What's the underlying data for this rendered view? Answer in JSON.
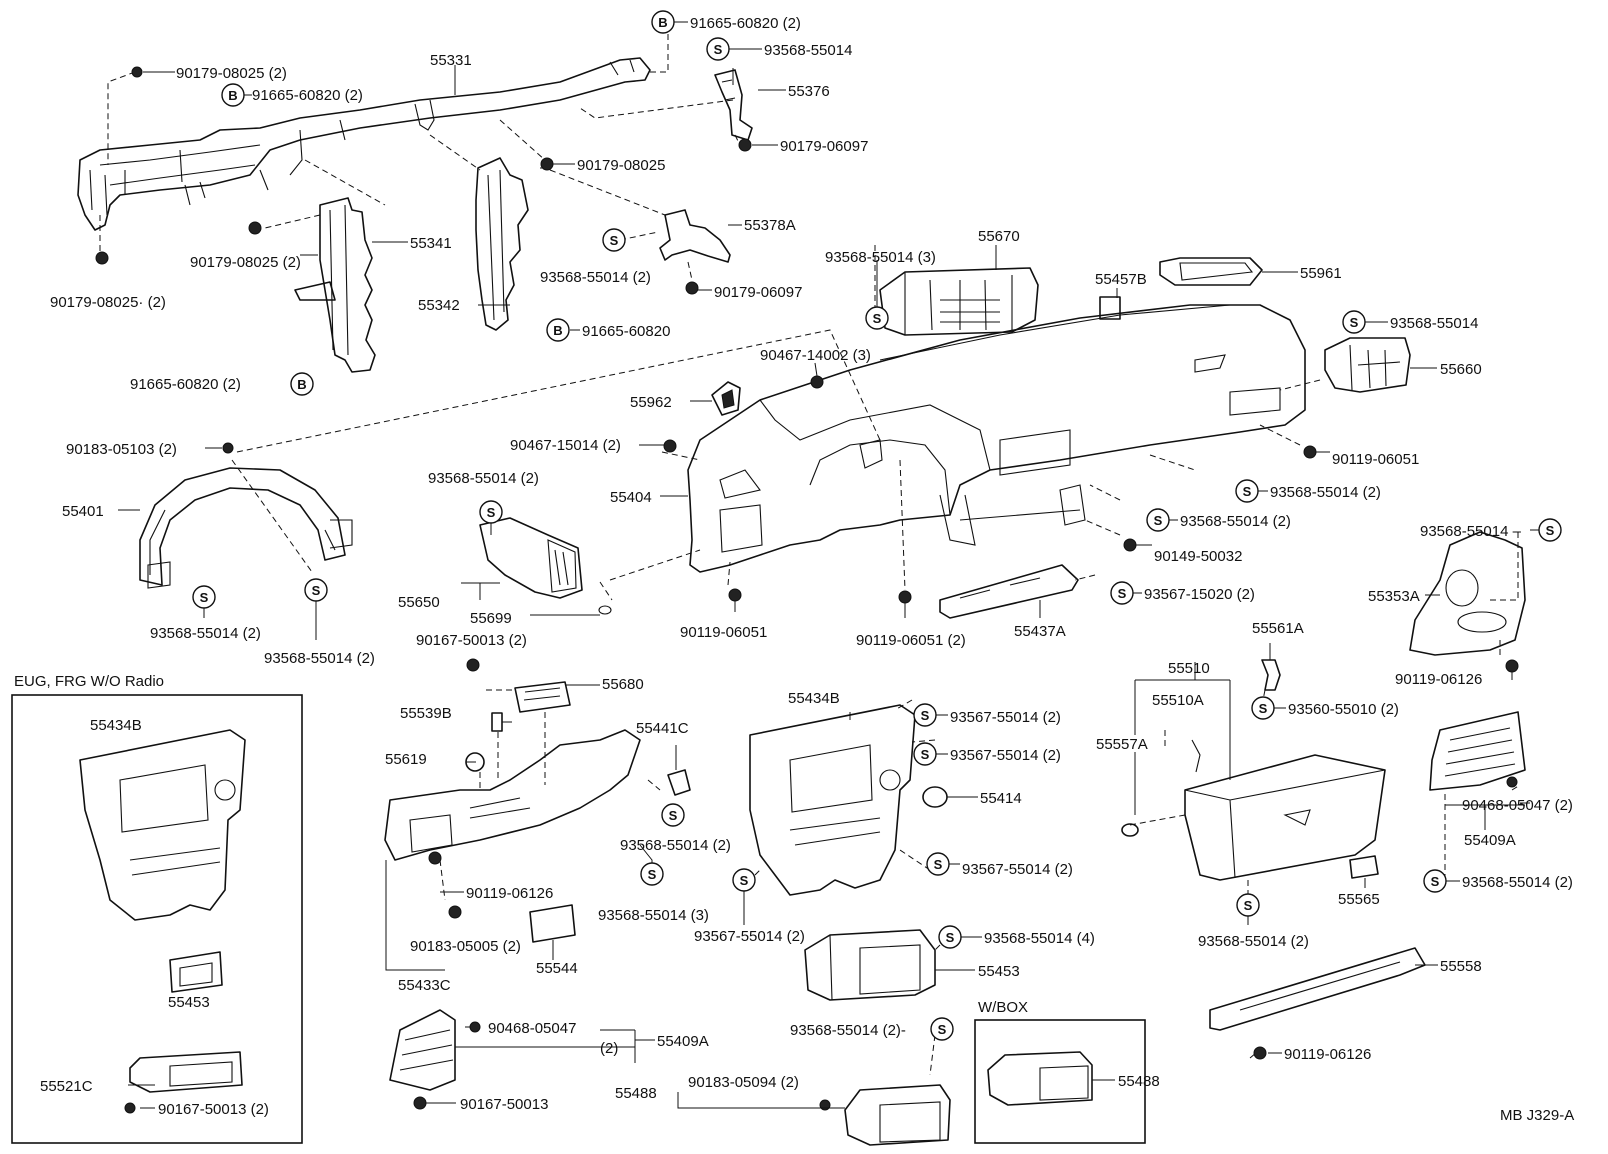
{
  "labels": {
    "b_91665_60820_top": "91665-60820 (2)",
    "s_93568_55014_top": "93568-55014",
    "p_90179_08025_tl": "90179-08025 (2)",
    "p_55331": "55331",
    "b_91665_60820_l": "91665-60820 (2)",
    "p_55376": "55376",
    "p_90179_06097_a": "90179-06097",
    "p_90179_08025_mid": "90179-08025",
    "p_55378a": "55378A",
    "p_55341": "55341",
    "p_90179_08025_b": "90179-08025 (2)",
    "p_93568_55014_2a": "93568-55014 (2)",
    "p_55670": "55670",
    "p_93568_55014_3": "93568-55014 (3)",
    "p_90179_06097_b": "90179-06097",
    "p_90179_08025_c": "90179-08025· (2)",
    "p_55342": "55342",
    "b_91665_60820_mid": "91665-60820",
    "p_55457b": "55457B",
    "p_55961": "55961",
    "s_93568_55014_r": "93568-55014",
    "p_91665_60820_bl": "91665-60820 (2)",
    "p_90467_14002": "90467-14002 (3)",
    "p_55660": "55660",
    "p_55962": "55962",
    "p_90183_05103": "90183-05103 (2)",
    "p_90467_15014": "90467-15014 (2)",
    "p_90119_06051_a": "90119-06051",
    "p_93568_55014_2b": "93568-55014 (2)",
    "p_93568_55014_2c": "93568-55014 (2)",
    "p_55401": "55401",
    "p_55404": "55404",
    "p_93568_55014_2d": "93568-55014 (2)",
    "p_93568_55014_2e": "93568-55014 –",
    "p_90149_50032": "90149-50032",
    "p_55650": "55650",
    "p_55353a": "55353A",
    "p_93567_15020": "93567-15020 (2)",
    "p_55699": "55699",
    "p_93568_55014_2f": "93568-55014 (2)",
    "p_93568_55014_2g": "93568-55014 (2)",
    "p_90119_06051_b": "90119-06051",
    "p_90119_06051_c": "90119-06051 (2)",
    "p_55437a": "55437A",
    "p_55561a": "55561A",
    "p_90167_50013_a": "90167-50013 (2)",
    "p_90119_06126_a": "90119-06126",
    "p_eug": "EUG, FRG W/O Radio",
    "p_55680": "55680",
    "p_55510": "55510",
    "p_55434b_inset": "55434B",
    "p_55434b": "55434B",
    "p_93567_55014_a": "93567-55014 (2)",
    "p_55510a": "55510A",
    "p_93560_55010": "93560-55010 (2)",
    "p_55539b": "55539B",
    "p_55441c": "55441C",
    "p_93567_55014_b": "93567-55014 (2)",
    "p_55557a": "55557A",
    "p_55619": "55619",
    "p_55414": "55414",
    "p_90468_05047_a": "90468-05047 (2)",
    "p_93568_55014_2h": "93568-55014 (2)",
    "p_55409a_r": "55409A",
    "p_93567_55014_c": "93567-55014 (2)",
    "p_90119_06126_b": "90119-06126",
    "p_93568_55014_3b": "93568-55014 (3)",
    "p_93568_55014_2i": "93568-55014 (2)",
    "p_55565": "55565",
    "p_93568_55014_2j": "93568-55014 (2)",
    "p_90183_05005": "90183-05005 (2)",
    "p_55544": "55544",
    "p_93567_55014_d": "93567-55014 (2)",
    "p_93568_55014_4": "93568-55014 (4)",
    "p_55453_inset": "55453",
    "p_55433c": "55433C",
    "p_55453": "55453",
    "p_55558": "55558",
    "p_wbox": "W/BOX",
    "p_90468_05047_b": "90468-05047",
    "p_90468_05047_b2": "(2)",
    "p_55409a": "55409A",
    "p_93568_55014_2k": "93568-55014 (2)-",
    "p_90119_06126_c": "90119-06126",
    "p_55521c": "55521C",
    "p_90183_05094": "90183-05094 (2)",
    "p_55488_l": "55488",
    "p_55488_r": "55488",
    "p_90167_50013_b": "90167-50013 (2)",
    "p_90167_50013_c": "90167-50013",
    "p_ref": "MB J329-A"
  },
  "symbols": {
    "bolt": "B",
    "screw": "S"
  }
}
